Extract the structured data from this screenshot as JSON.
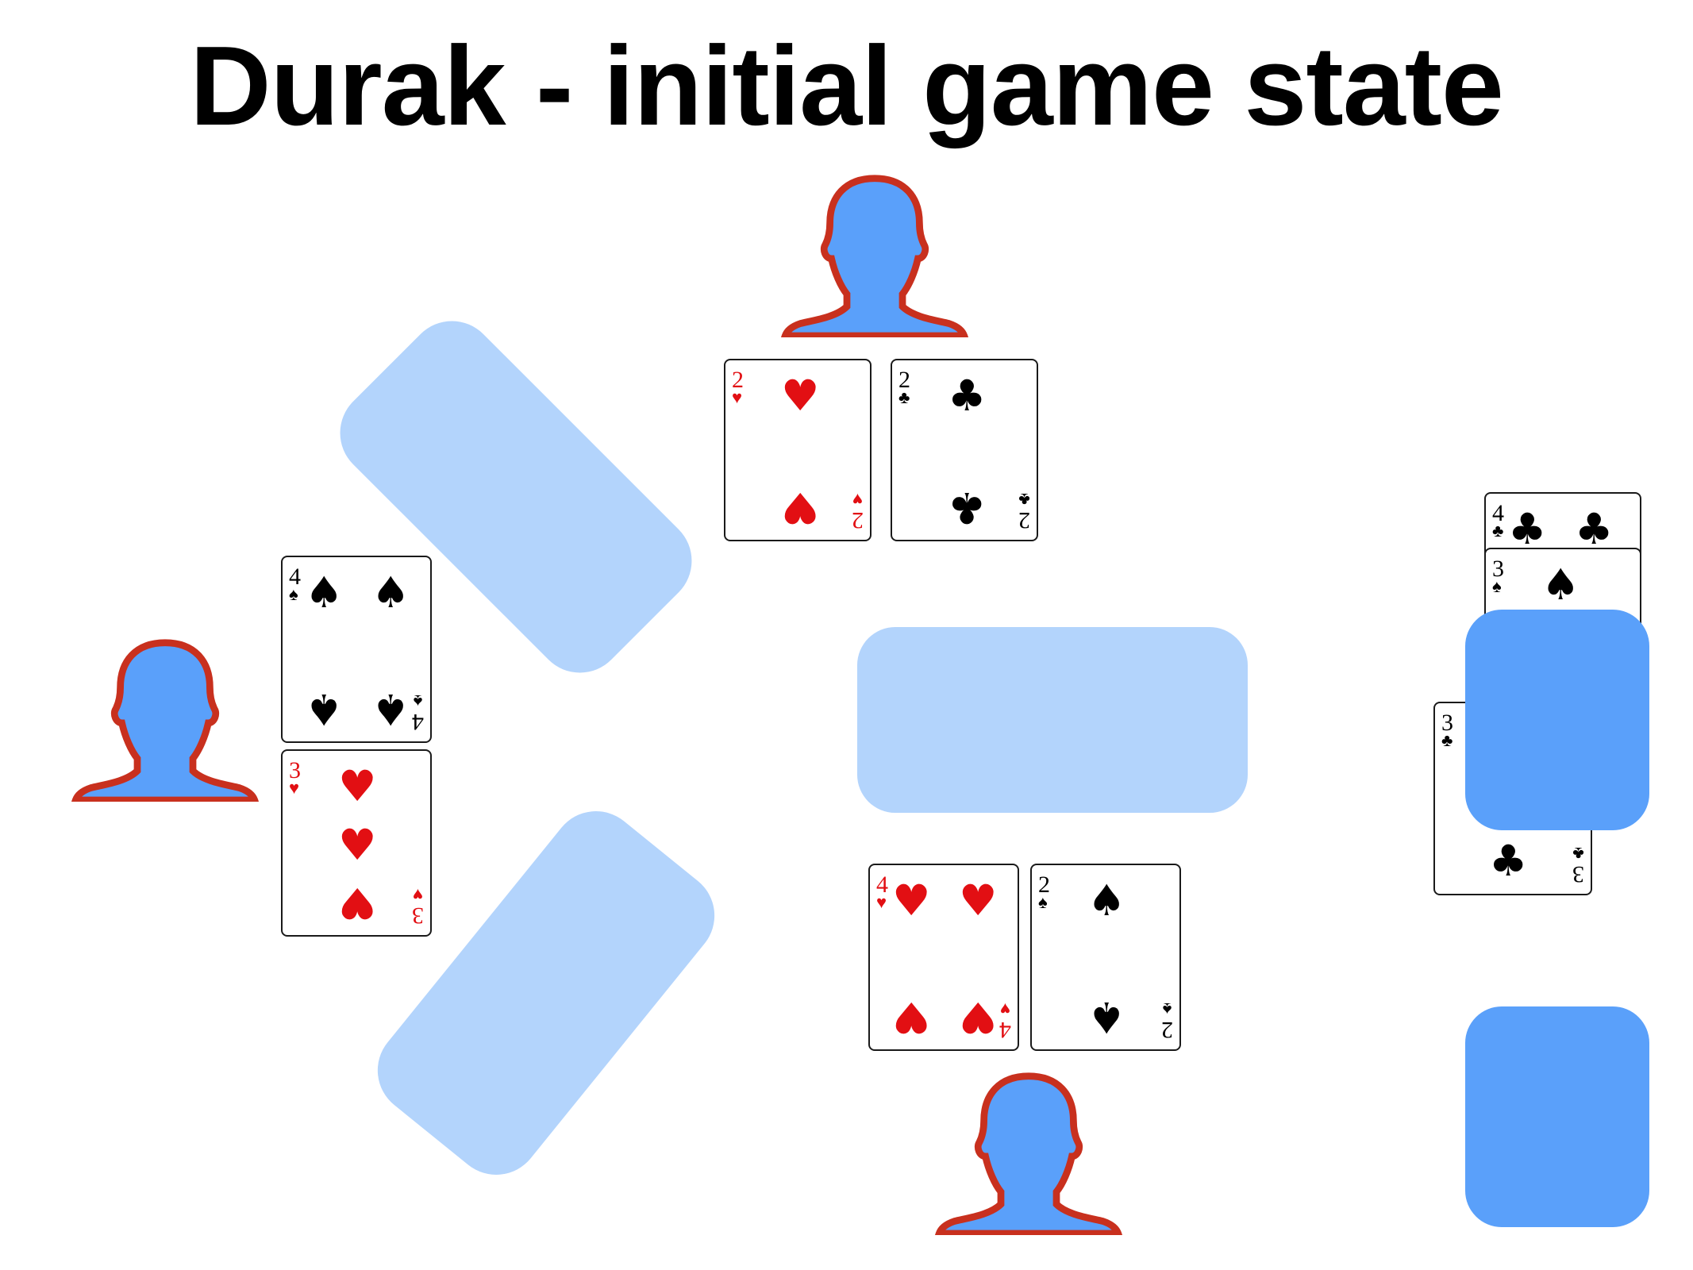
{
  "title": "Durak - initial game state",
  "colors": {
    "player_fill": "#5aa0fa",
    "player_outline": "#c8301e",
    "zone_light": "#b3d4fc",
    "deck": "#5aa0fa",
    "red_suit": "#e20f13",
    "black_suit": "#000000"
  },
  "players": [
    {
      "id": "top",
      "icon": "person-silhouette-icon"
    },
    {
      "id": "left",
      "icon": "person-silhouette-icon"
    },
    {
      "id": "bottom",
      "icon": "person-silhouette-icon"
    }
  ],
  "hands": {
    "top": [
      {
        "rank": "2",
        "suit": "♥"
      },
      {
        "rank": "2",
        "suit": "♣"
      }
    ],
    "left": [
      {
        "rank": "4",
        "suit": "♠"
      },
      {
        "rank": "3",
        "suit": "♥"
      }
    ],
    "bottom": [
      {
        "rank": "4",
        "suit": "♥"
      },
      {
        "rank": "2",
        "suit": "♠"
      }
    ],
    "right_stack": [
      {
        "rank": "4",
        "suit": "♣"
      },
      {
        "rank": "3",
        "suit": "♠"
      },
      {
        "rank": "3",
        "suit": "♣"
      }
    ]
  }
}
